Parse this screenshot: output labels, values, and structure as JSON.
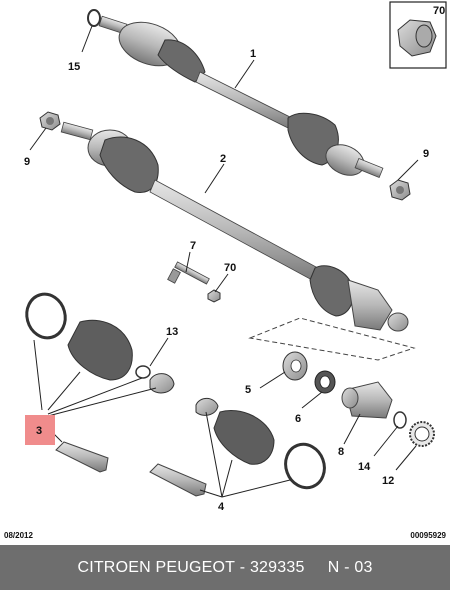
{
  "callouts": {
    "c70_box": "70",
    "c1": "1",
    "c15": "15",
    "c9_left": "9",
    "c9_right": "9",
    "c2": "2",
    "c7": "7",
    "c70_mid": "70",
    "c13": "13",
    "c3": "3",
    "c5": "5",
    "c6": "6",
    "c8": "8",
    "c14": "14",
    "c12": "12",
    "c4": "4"
  },
  "meta": {
    "date": "08/2012",
    "code": "00095929"
  },
  "footer": {
    "brand": "CITROEN PEUGEOT",
    "sep": " - ",
    "part_number": "329335",
    "variant": "N - 03"
  },
  "colors": {
    "part_fill": "#c8c8c8",
    "part_dark": "#8a8a8a",
    "callout_highlight": "#f08c8c",
    "footer_bg": "#6e6e6e"
  }
}
